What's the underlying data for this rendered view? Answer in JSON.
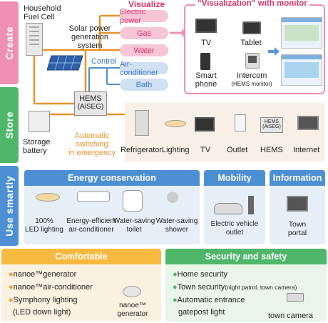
{
  "side_tabs": {
    "create": "Create",
    "store": "Store",
    "use": "Use smartly"
  },
  "create": {
    "household_fuel_cell": [
      "Household",
      "Fuel Cell"
    ],
    "solar": [
      "Solar power",
      "generation",
      "system"
    ],
    "visualize_title": "Visualize",
    "control_label": "Control",
    "pills_visualize": [
      "Electric power",
      "Gas",
      "Water"
    ],
    "pills_control": [
      "Air-conditioner",
      "Bath"
    ],
    "monitor_title": "“Visualization” with monitor",
    "devices": {
      "tv": "TV",
      "tablet": "Tablet",
      "smartphone": [
        "Smart",
        "phone"
      ],
      "intercom": "Intercom",
      "intercom_sub": "(HEMS monitor)"
    }
  },
  "store": {
    "hems": "HEMS",
    "hems_sub": "(AiSEG)",
    "storage_battery": [
      "Storage",
      "battery"
    ],
    "auto_switch": [
      "Automatic",
      "switching",
      "in emergency"
    ],
    "appliances": [
      "Refrigerator",
      "Lighting",
      "TV",
      "Outlet",
      "HEMS",
      "Internet"
    ],
    "hems_icon_text": [
      "HEMS",
      "(AiSEG)"
    ]
  },
  "use": {
    "energy_title": "Energy conservation",
    "energy_items": [
      [
        "100%",
        "LED lighting"
      ],
      [
        "Energy-efficient",
        "air-conditioner"
      ],
      [
        "Water-saving",
        "toilet"
      ],
      [
        "Water-saving",
        "shower"
      ]
    ],
    "mobility_title": "Mobility",
    "mobility_item": [
      "Electric vehicle",
      "outlet"
    ],
    "info_title": "Information",
    "info_item": [
      "Town",
      "portal"
    ]
  },
  "comfortable": {
    "title": "Comfortable",
    "items": [
      "nanoe™generator",
      "nanoe™air-conditioner",
      "Symphony lighting",
      "(LED down light)"
    ],
    "device_label": [
      "nanoe™",
      "generator"
    ]
  },
  "security": {
    "title": "Security and safety",
    "items": [
      "Home security",
      "Town  security",
      "Automatic entrance",
      "gatepost light"
    ],
    "town_security_note": "(night patrol, town camera)",
    "camera_label": "town camera"
  },
  "colors": {
    "pink": "#ef8fb4",
    "green": "#4fb66a",
    "blue": "#4d8fd3",
    "orange": "#e8922a",
    "yellow": "#f7b93e"
  }
}
